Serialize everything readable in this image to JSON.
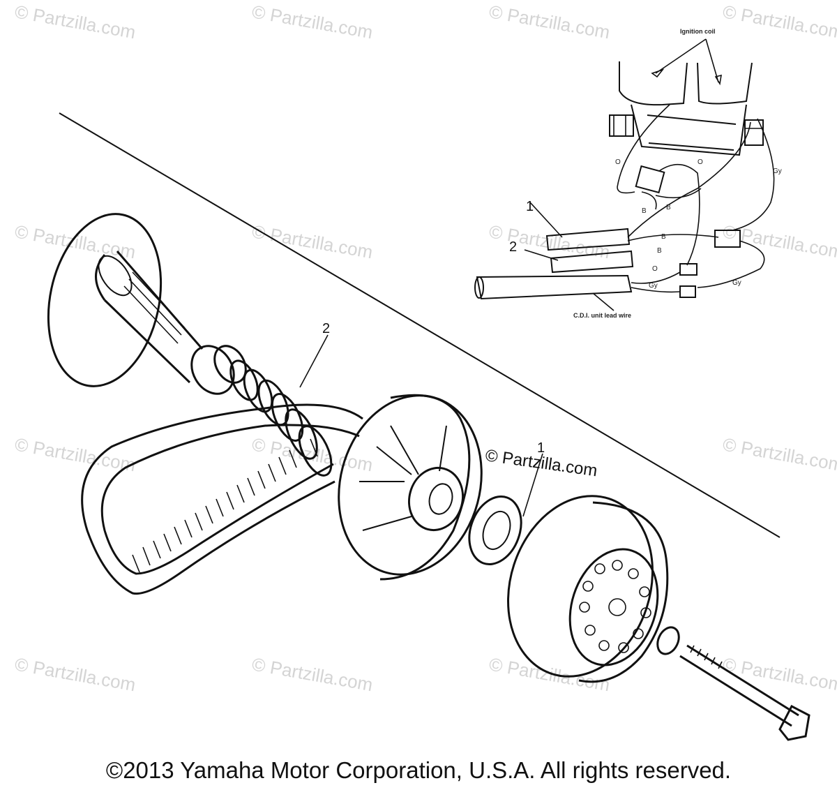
{
  "watermark": "© Partzilla.com",
  "watermark_center": "© Partzilla.com",
  "inset": {
    "ignition_coil_label": "Ignition coil",
    "cdi_label": "C.D.I. unit lead wire",
    "wire_colors": {
      "o_left": "O",
      "o_right": "O",
      "gy_top": "Gy",
      "b1": "B",
      "b2": "B",
      "b3": "B",
      "b4": "B",
      "o_mid": "O",
      "gy_mid": "Gy",
      "gy_bottom": "Gy"
    },
    "callout_1": "1",
    "callout_2": "2"
  },
  "main": {
    "callout_spring": "2",
    "callout_washer": "1"
  },
  "copyright": "©2013 Yamaha Motor Corporation, U.S.A. All rights reserved."
}
